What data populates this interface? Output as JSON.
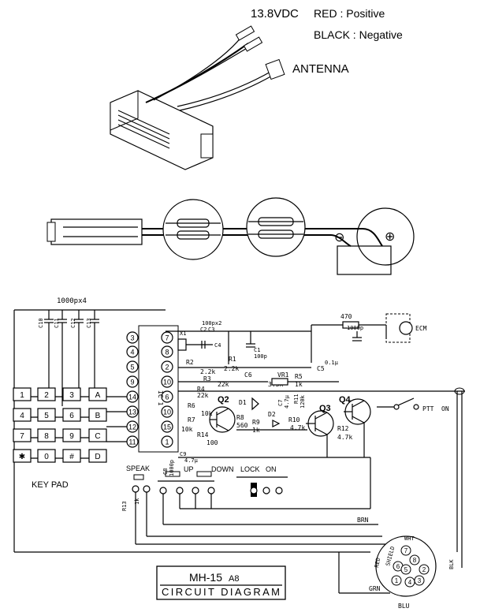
{
  "power": {
    "voltage": "13.8VDC",
    "red": "RED : Positive",
    "black": "BLACK : Negative"
  },
  "antenna": "ANTENNA",
  "battery": {
    "minus": "⊖",
    "plus": "⊕"
  },
  "caps_top": "1000px4",
  "caps_top2": "100px2",
  "keypad": {
    "title": "KEY PAD",
    "keys": [
      "1",
      "2",
      "3",
      "A",
      "4",
      "5",
      "6",
      "B",
      "7",
      "8",
      "9",
      "C",
      "✱",
      "0",
      "#",
      "D"
    ]
  },
  "pins_left": [
    "3",
    "4",
    "5",
    "9",
    "14",
    "13",
    "12",
    "11"
  ],
  "pins_right": [
    "7",
    "8",
    "2",
    "10",
    "6",
    "10",
    "15",
    "1"
  ],
  "ic_label": "IC 1",
  "components": {
    "c10": "C10",
    "c11": "C11",
    "c12": "C12",
    "c13": "C13",
    "x1": "X1",
    "c2": "C2",
    "c3": "C3",
    "c4": "C4",
    "c1": "C1",
    "c1v": "100p",
    "r2": "R2",
    "r2v": "2.2k",
    "r1": "R1",
    "r1v": "2.2k",
    "r3": "R3",
    "r3v": "22k",
    "r4": "R4",
    "r4v": "22k",
    "c6": "C6",
    "vr1": "VR1",
    "vr1v": "3.3k",
    "r5": "R5",
    "r5v": "1k",
    "c5": "C5",
    "c5v": "0.1μ",
    "r470": "470",
    "c1000p": "1000p",
    "ecm": "ECM",
    "r6": "R6",
    "r6v": "10k",
    "q2": "Q2",
    "r7": "R7",
    "r7v": "10k",
    "r14": "R14",
    "r14v": "100",
    "r8": "R8",
    "r8v": "560",
    "r9": "R9",
    "r9v": "1k",
    "d1": "D1",
    "d2": "D2",
    "c7": "C7",
    "c7v": "4.7μ",
    "r10": "R10",
    "r10v": "4.7k",
    "r11": "R11",
    "r11v": "120k",
    "q3": "Q3",
    "q4": "Q4",
    "r12": "R12",
    "r12v": "4.7k",
    "c8": "C8",
    "c8v": "1000p",
    "c9": "C9",
    "c9v": "4.7μ",
    "r13": "R13",
    "r13v": "1k",
    "ptt": "PTT",
    "on": "ON"
  },
  "switches": {
    "speak": "SPEAK",
    "up": "UP",
    "down": "DOWN",
    "lock": "LOCK",
    "on": "ON"
  },
  "connector": {
    "brn": "BRN",
    "wht": "WHT",
    "shield": "SHIELD",
    "red": "RED",
    "blk": "BLK",
    "grn": "GRN",
    "blu": "BLU",
    "pins": [
      "7",
      "8",
      "6",
      "2",
      "5",
      "4",
      "3",
      "1"
    ]
  },
  "titlebox": {
    "model": "MH-15",
    "suffix": "A8",
    "caption": "CIRCUIT DIAGRAM"
  }
}
